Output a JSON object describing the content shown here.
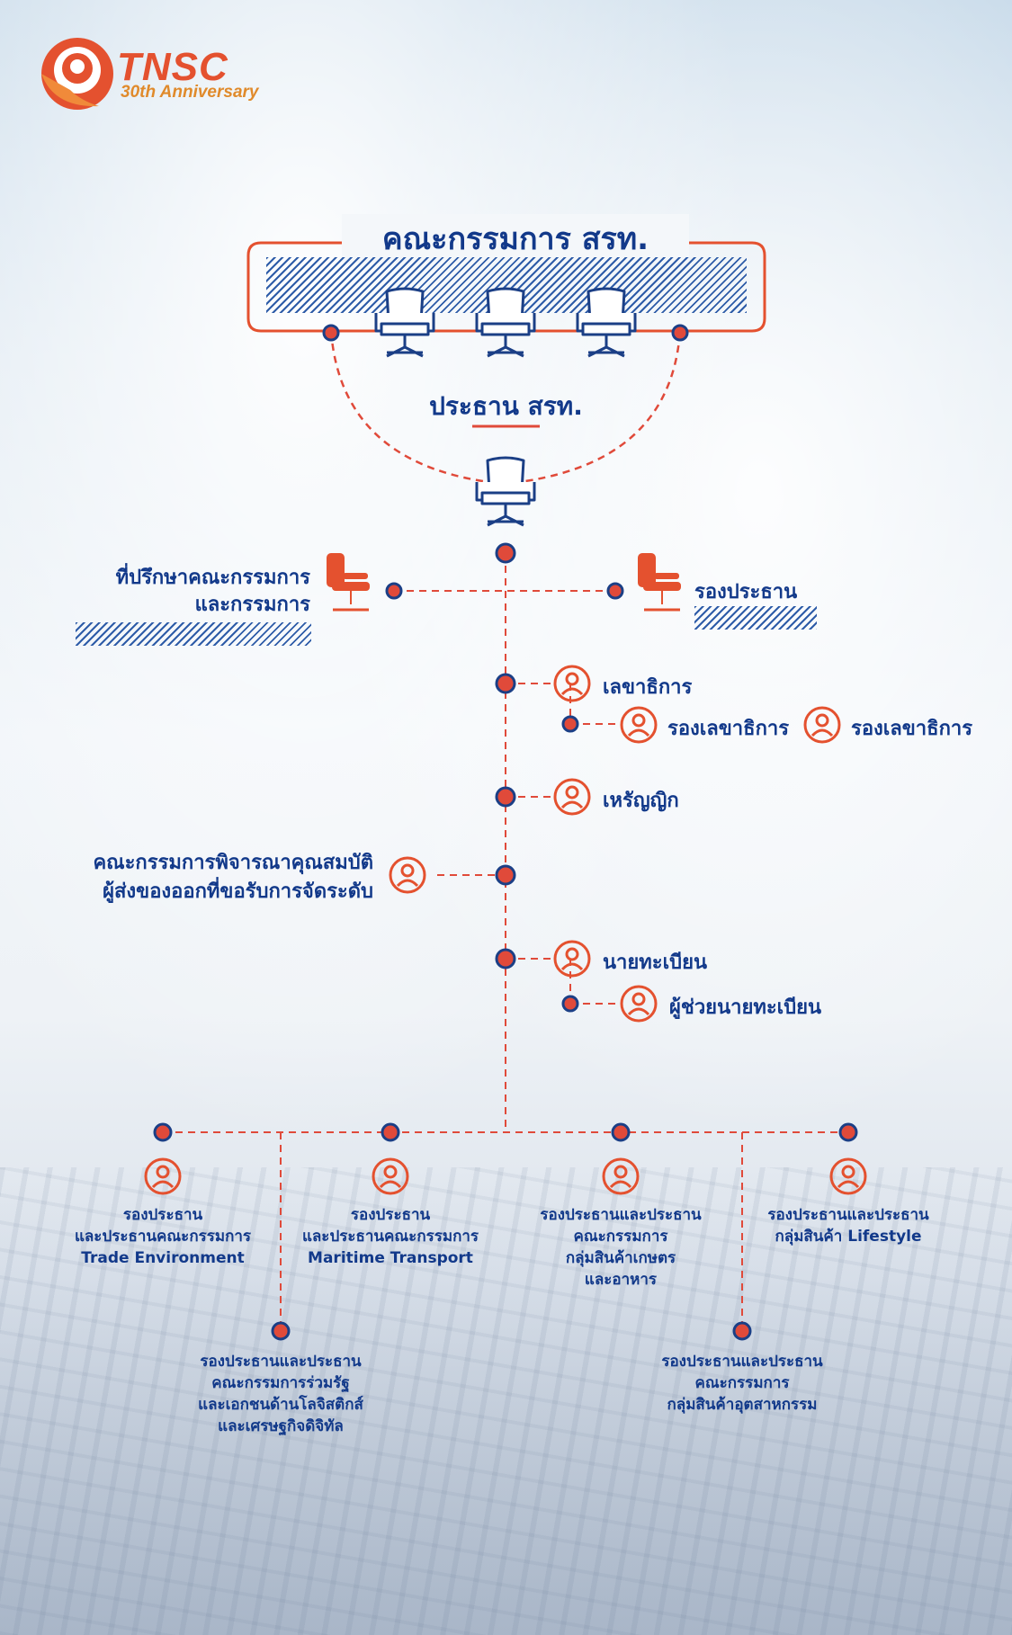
{
  "logo": {
    "brand": "TNSC",
    "anniversary": "30th Anniversary"
  },
  "board": {
    "title": "คณะกรรมการ สรท."
  },
  "chairman": {
    "title": "ประธาน สรท."
  },
  "advisor": {
    "line1": "ที่ปรึกษาคณะกรรมการ",
    "line2": "และกรรมการ"
  },
  "vice_president": {
    "label": "รองประธาน"
  },
  "secretary": {
    "label": "เลขาธิการ"
  },
  "deputy_secretaries": [
    "รองเลขาธิการ",
    "รองเลขาธิการ"
  ],
  "treasurer": {
    "label": "เหรัญญิก"
  },
  "committee": {
    "line1": "คณะกรรมการพิจารณาคุณสมบัติ",
    "line2": "ผู้ส่งของออกที่ขอรับการจัดระดับ"
  },
  "registrar": {
    "label": "นายทะเบียน"
  },
  "assistant_registrar": {
    "label": "ผู้ช่วยนายทะเบียน"
  },
  "vp_groups": [
    {
      "lines": [
        "รองประธาน",
        "และประธานคณะกรรมการ",
        "Trade Environment"
      ]
    },
    {
      "lines": [
        "รองประธาน",
        "และประธานคณะกรรมการ",
        "Maritime Transport"
      ]
    },
    {
      "lines": [
        "รองประธานและประธาน",
        "คณะกรรมการ",
        "กลุ่มสินค้าเกษตร",
        "และอาหาร"
      ]
    },
    {
      "lines": [
        "รองประธานและประธาน",
        "กลุ่มสินค้า Lifestyle"
      ]
    }
  ],
  "vp_groups_lower": [
    {
      "lines": [
        "รองประธานและประธาน",
        "คณะกรรมการร่วมรัฐ",
        "และเอกชนด้านโลจิสติกส์",
        "และเศรษฐกิจดิจิทัล"
      ]
    },
    {
      "lines": [
        "รองประธานและประธาน",
        "คณะกรรมการ",
        "กลุ่มสินค้าอุตสาหกรรม"
      ]
    }
  ],
  "colors": {
    "blue": "#12398a",
    "red": "#e4512f",
    "dot": "#e04a3a"
  }
}
